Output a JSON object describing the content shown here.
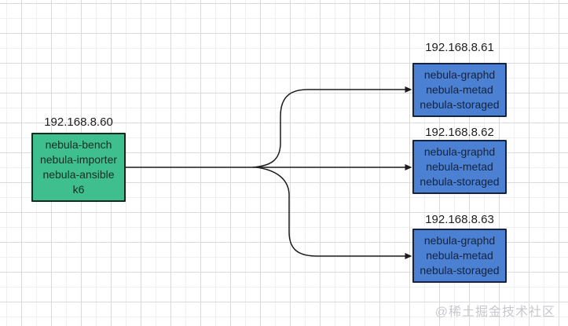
{
  "diagram": {
    "source": {
      "ip": "192.168.8.60",
      "services": [
        "nebula-bench",
        "nebula-importer",
        "nebula-ansible",
        "k6"
      ],
      "fill_color": "#3fbf8d",
      "border_color": "#0f2b1f"
    },
    "targets": [
      {
        "ip": "192.168.8.61",
        "services": [
          "nebula-graphd",
          "nebula-metad",
          "nebula-storaged"
        ]
      },
      {
        "ip": "192.168.8.62",
        "services": [
          "nebula-graphd",
          "nebula-metad",
          "nebula-storaged"
        ]
      },
      {
        "ip": "192.168.8.63",
        "services": [
          "nebula-graphd",
          "nebula-metad",
          "nebula-storaged"
        ]
      }
    ],
    "target_fill_color": "#4b80d3",
    "target_border_color": "#15233f",
    "connector_color": "#1c1c1c",
    "grid_major_color": "#d9d9de",
    "grid_minor_color": "#f0f0f4"
  },
  "watermark": {
    "text": "@稀土掘金技术社区",
    "color": "#c8c8cc"
  }
}
